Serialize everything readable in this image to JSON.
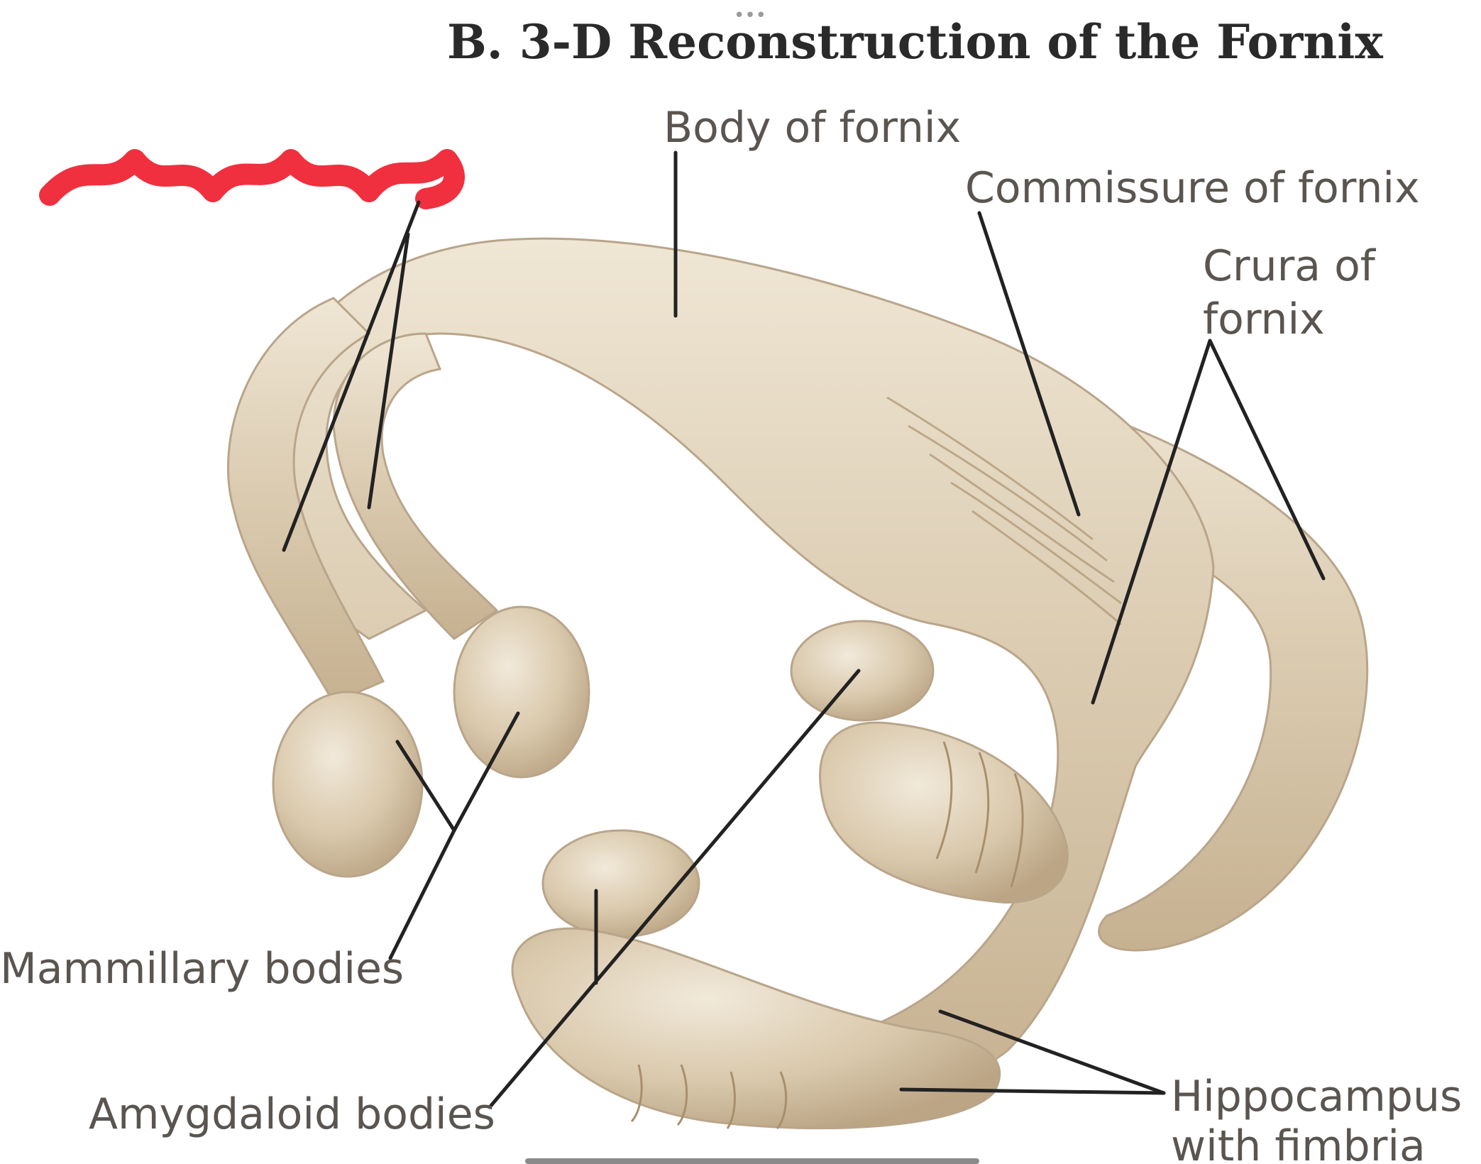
{
  "title": "B. 3-D Reconstruction of the Fornix",
  "more_dots": "•••",
  "labels": {
    "body_of_fornix": "Body of fornix",
    "commissure_of_fornix": "Commissure of fornix",
    "crura_line1": "Crura of",
    "crura_line2": "fornix",
    "mammillary_bodies": "Mammillary bodies",
    "amygdaloid_bodies": "Amygdaloid bodies",
    "hippocampus_line1": "Hippocampus",
    "hippocampus_line2": "with fimbria"
  },
  "colors": {
    "tissue": "#dccdb3",
    "tissue_light": "#ece2d0",
    "tissue_shadow": "#bfa988",
    "redaction": "#f0303e",
    "leader": "#222222",
    "label_text": "#5a5550",
    "title_text": "#2a2a2a",
    "home_indicator": "#8a8a8a"
  },
  "icons": [
    "more-dots-icon",
    "home-indicator"
  ]
}
